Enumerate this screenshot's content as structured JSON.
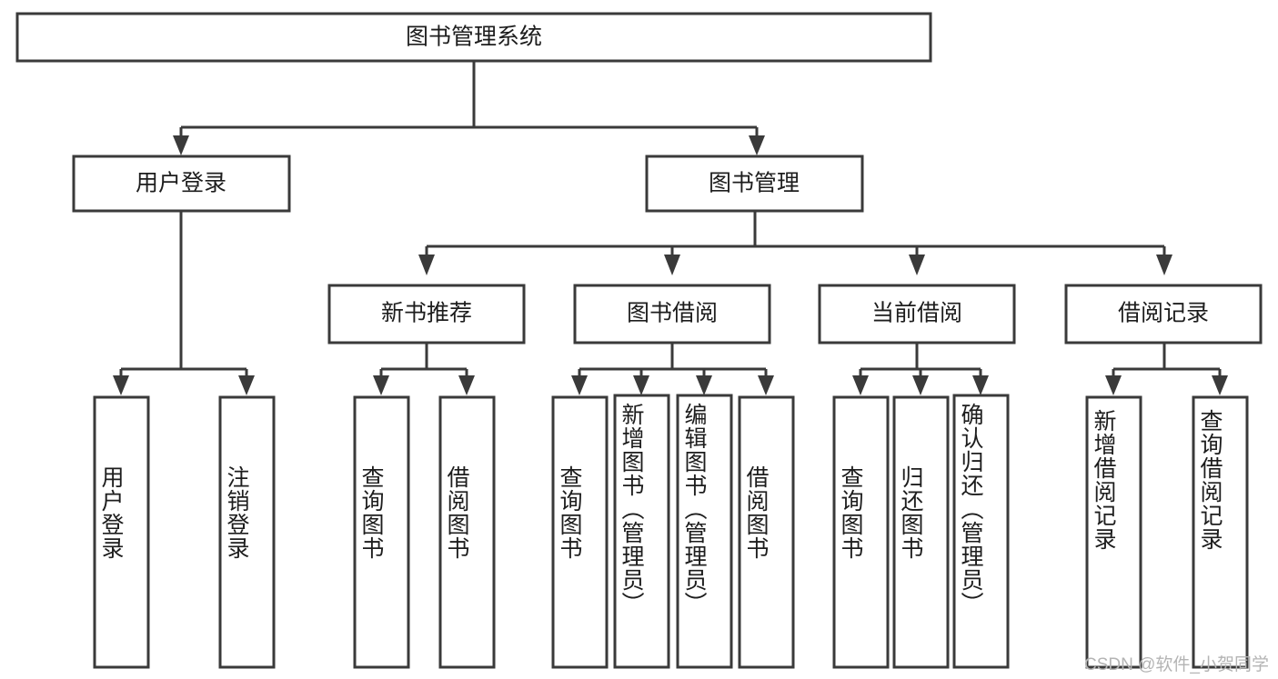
{
  "diagram": {
    "type": "tree",
    "title": "图书管理系统",
    "watermark": "CSDN @软件_小贺同学",
    "colors": {
      "background": "#ffffff",
      "box_fill": "#ffffff",
      "stroke": "#3a3a3a",
      "text": "#1d1d1d",
      "watermark": "#b4b4b4"
    },
    "levels": {
      "root": {
        "label": "图书管理系统"
      },
      "level2": [
        {
          "label": "用户登录"
        },
        {
          "label": "图书管理"
        }
      ],
      "level3": [
        {
          "label": "新书推荐",
          "parent": "图书管理"
        },
        {
          "label": "图书借阅",
          "parent": "图书管理"
        },
        {
          "label": "当前借阅",
          "parent": "图书管理"
        },
        {
          "label": "借阅记录",
          "parent": "图书管理"
        }
      ],
      "leaves": [
        {
          "label": "用户登录",
          "parent": "用户登录"
        },
        {
          "label": "注销登录",
          "parent": "用户登录"
        },
        {
          "label": "查询图书",
          "parent": "新书推荐"
        },
        {
          "label": "借阅图书",
          "parent": "新书推荐"
        },
        {
          "label": "查询图书",
          "parent": "图书借阅"
        },
        {
          "label": "新增图书（管理员）",
          "parent": "图书借阅"
        },
        {
          "label": "编辑图书（管理员）",
          "parent": "图书借阅"
        },
        {
          "label": "借阅图书",
          "parent": "图书借阅"
        },
        {
          "label": "查询图书",
          "parent": "当前借阅"
        },
        {
          "label": "归还图书",
          "parent": "当前借阅"
        },
        {
          "label": "确认归还（管理员）",
          "parent": "当前借阅"
        },
        {
          "label": "新增借阅记录",
          "parent": "借阅记录"
        },
        {
          "label": "查询借阅记录",
          "parent": "借阅记录"
        }
      ]
    }
  }
}
